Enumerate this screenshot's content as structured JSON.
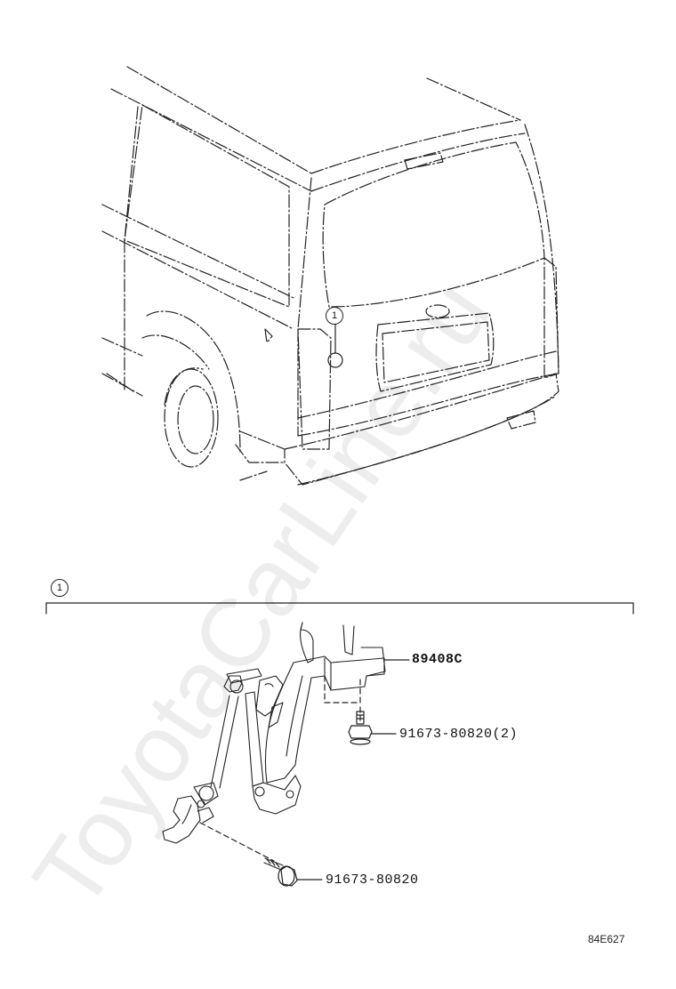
{
  "callout": {
    "number": "1"
  },
  "parts": [
    {
      "part_number": "89408C"
    },
    {
      "part_number": "91673-80820(2)"
    },
    {
      "part_number": "91673-80820"
    }
  ],
  "diagram_code": "84E627",
  "watermark": "ToyotaCarLine.ru"
}
